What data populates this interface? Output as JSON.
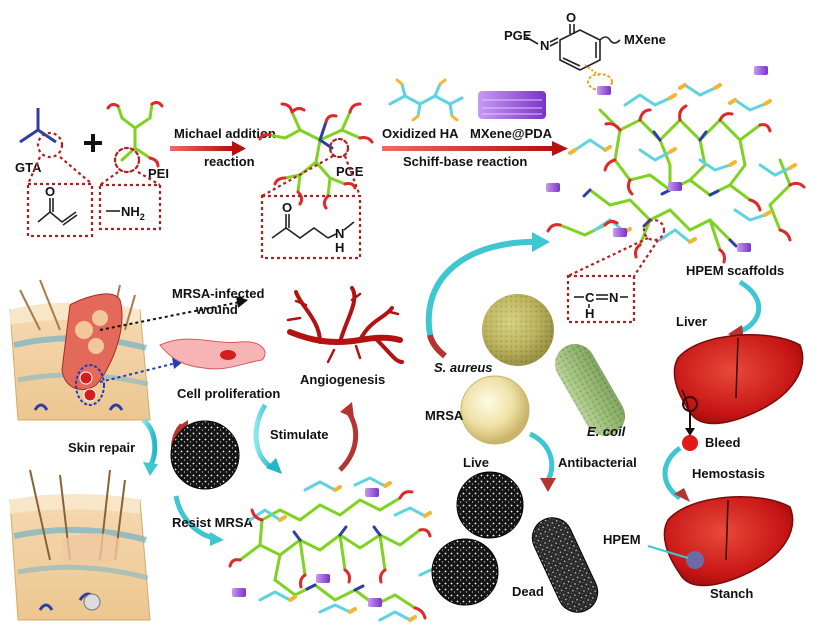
{
  "reagents": {
    "gta": "GTA",
    "pei": "PEI",
    "pge": "PGE",
    "pge_top": "PGE",
    "mxene": "MXene",
    "oxidized_ha": "Oxidized HA",
    "mxene_pda": "MXene@PDA",
    "nh2": "NH",
    "nh2_sub": "2",
    "amine_n": "N",
    "amine_h": "H",
    "imine_c": "C",
    "imine_n": "N",
    "imine_h": "H",
    "keto_o": "O",
    "top_o": "O",
    "top_n": "N"
  },
  "reactions": {
    "michael_line1": "Michael addition",
    "michael_line2": "reaction",
    "schiff": "Schiff-base reaction"
  },
  "scaffold": {
    "hpem_scaffolds": "HPEM scaffolds"
  },
  "wound": {
    "infected_line1": "MRSA-infected",
    "infected_line2": "wound",
    "cell_proliferation": "Cell proliferation",
    "angiogenesis": "Angiogenesis",
    "stimulate": "Stimulate",
    "skin_repair": "Skin repair",
    "resist_mrsa": "Resist MRSA"
  },
  "antibacterial": {
    "s_aureus": "S. aureus",
    "mrsa": "MRSA",
    "e_coli": "E. coil",
    "live": "Live",
    "antibacterial": "Antibacterial",
    "dead": "Dead"
  },
  "liver": {
    "liver": "Liver",
    "bleed": "Bleed",
    "hemostasis": "Hemostasis",
    "hpem": "HPEM",
    "stanch": "Stanch"
  },
  "colors": {
    "pei_green": "#7ed321",
    "ha_cyan": "#5fd3e0",
    "red_arm": "#e0282a",
    "yellow_tip": "#f2b632",
    "purple": "#8a3bd1",
    "liver_red": "#c81818",
    "teal_arrow": "#3fc6d3",
    "dark_red_arrow": "#b4342f"
  }
}
